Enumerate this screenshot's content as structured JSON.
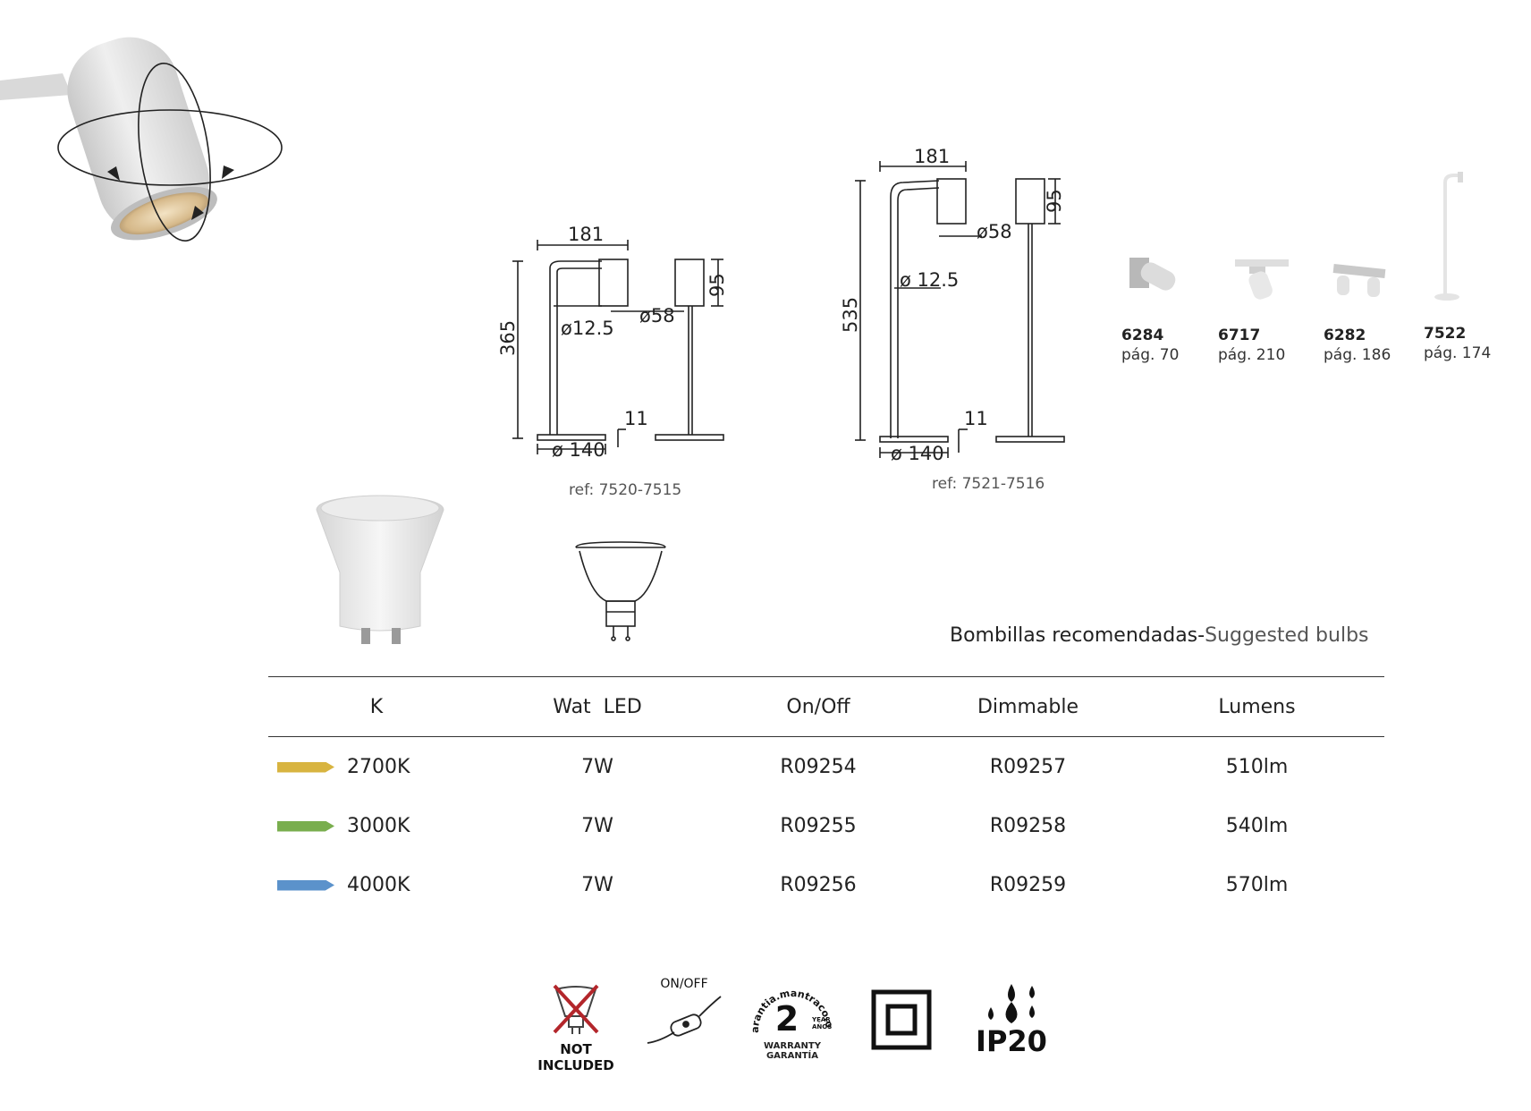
{
  "product_views": {
    "small": {
      "width": "181",
      "height": "365",
      "head_height": "95",
      "head_diameter": "ø58",
      "tube_diameter": "ø12.5",
      "base_thickness": "11",
      "base_diameter": "ø 140",
      "ref": "ref: 7520-7515"
    },
    "large": {
      "width": "181",
      "height": "535",
      "head_height": "95",
      "head_diameter": "ø58",
      "tube_diameter": "ø 12.5",
      "base_thickness": "11",
      "base_diameter": "ø 140",
      "ref": "ref: 7521-7516"
    }
  },
  "related_products": [
    {
      "code": "6284",
      "page": "pág. 70"
    },
    {
      "code": "6717",
      "page": "pág. 210"
    },
    {
      "code": "6282",
      "page": "pág. 186"
    },
    {
      "code": "7522",
      "page": "pág. 174"
    }
  ],
  "bulbs": {
    "title_es": "Bombillas recomendadas",
    "separator": "-",
    "title_en": "Suggested bulbs"
  },
  "table": {
    "headers": [
      "K",
      "Wat  LED",
      "On/Off",
      "Dimmable",
      "Lumens"
    ],
    "rows": [
      {
        "color": "#D8B440",
        "k": "2700K",
        "watt": "7W",
        "onoff": "R09254",
        "dimmable": "R09257",
        "lumens": "510lm"
      },
      {
        "color": "#79AE4E",
        "k": "3000K",
        "watt": "7W",
        "onoff": "R09255",
        "dimmable": "R09258",
        "lumens": "540lm"
      },
      {
        "color": "#5B92CB",
        "k": "4000K",
        "watt": "7W",
        "onoff": "R09256",
        "dimmable": "R09259",
        "lumens": "570lm"
      }
    ]
  },
  "certifications": {
    "not_included": "NOT INCLUDED",
    "switch_label": "ON/OFF",
    "warranty_url": "garantia.mantraco.org",
    "warranty_years": "2",
    "warranty_year_word": "YEAR",
    "warranty_anos": "AÑOS",
    "warranty_en": "WARRANTY",
    "warranty_es": "GARANTÍA",
    "ip_rating": "IP20"
  },
  "colors": {
    "ink": "#222222",
    "lamp_white": "#e9e9e9",
    "warm_glow": "#d6b98a"
  },
  "icons": {
    "rotation": "rotation-arrows-icon",
    "bulb_crossed": "bulb-crossed-icon",
    "switch": "inline-switch-icon",
    "class2": "double-square-icon",
    "drops": "water-drops-icon"
  }
}
